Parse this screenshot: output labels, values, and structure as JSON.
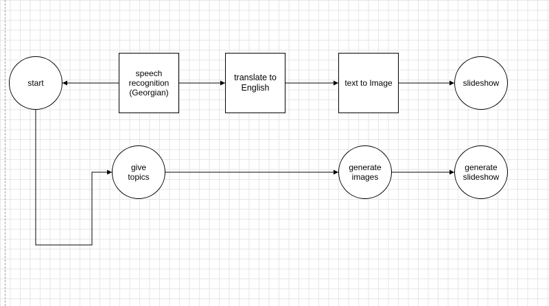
{
  "diagram": {
    "nodes": [
      {
        "id": "start",
        "label": "start",
        "shape": "circle"
      },
      {
        "id": "speech",
        "label": "speech\nrecognition\n(Georgian)",
        "shape": "rect"
      },
      {
        "id": "translate",
        "label": "translate to\nEnglish",
        "shape": "rect"
      },
      {
        "id": "text_to_image",
        "label": "text to Image",
        "shape": "rect"
      },
      {
        "id": "slideshow",
        "label": "slideshow",
        "shape": "circle"
      },
      {
        "id": "give_topics",
        "label": "give\ntopics",
        "shape": "circle"
      },
      {
        "id": "generate_images",
        "label": "generate\nimages",
        "shape": "circle"
      },
      {
        "id": "generate_slideshow",
        "label": "generate\nslideshow",
        "shape": "circle"
      }
    ],
    "edges": [
      {
        "from": "speech",
        "to": "start"
      },
      {
        "from": "speech",
        "to": "translate"
      },
      {
        "from": "translate",
        "to": "text_to_image"
      },
      {
        "from": "text_to_image",
        "to": "slideshow"
      },
      {
        "from": "start",
        "to": "give_topics"
      },
      {
        "from": "give_topics",
        "to": "generate_images"
      },
      {
        "from": "generate_images",
        "to": "generate_slideshow"
      }
    ]
  }
}
